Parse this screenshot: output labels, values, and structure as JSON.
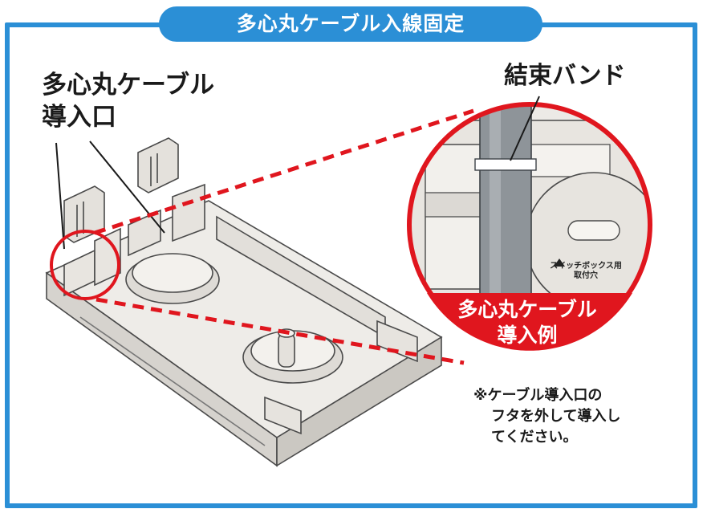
{
  "title": "多心丸ケーブル入線固定",
  "labels": {
    "inlet_line1": "多心丸ケーブル",
    "inlet_line2": "導入口",
    "band": "結束バンド",
    "example_line1": "多心丸ケーブル",
    "example_line2": "導入例",
    "switchbox_line1": "スイッチボックス用",
    "switchbox_line2": "取付穴"
  },
  "note": {
    "line1": "※ケーブル導入口の",
    "line2": "フタを外して導入し",
    "line3": "てください。"
  },
  "colors": {
    "frame": "#2b8fd6",
    "highlight": "#e0161e",
    "base": "#e9e7e3",
    "cable": "#8e9499"
  }
}
